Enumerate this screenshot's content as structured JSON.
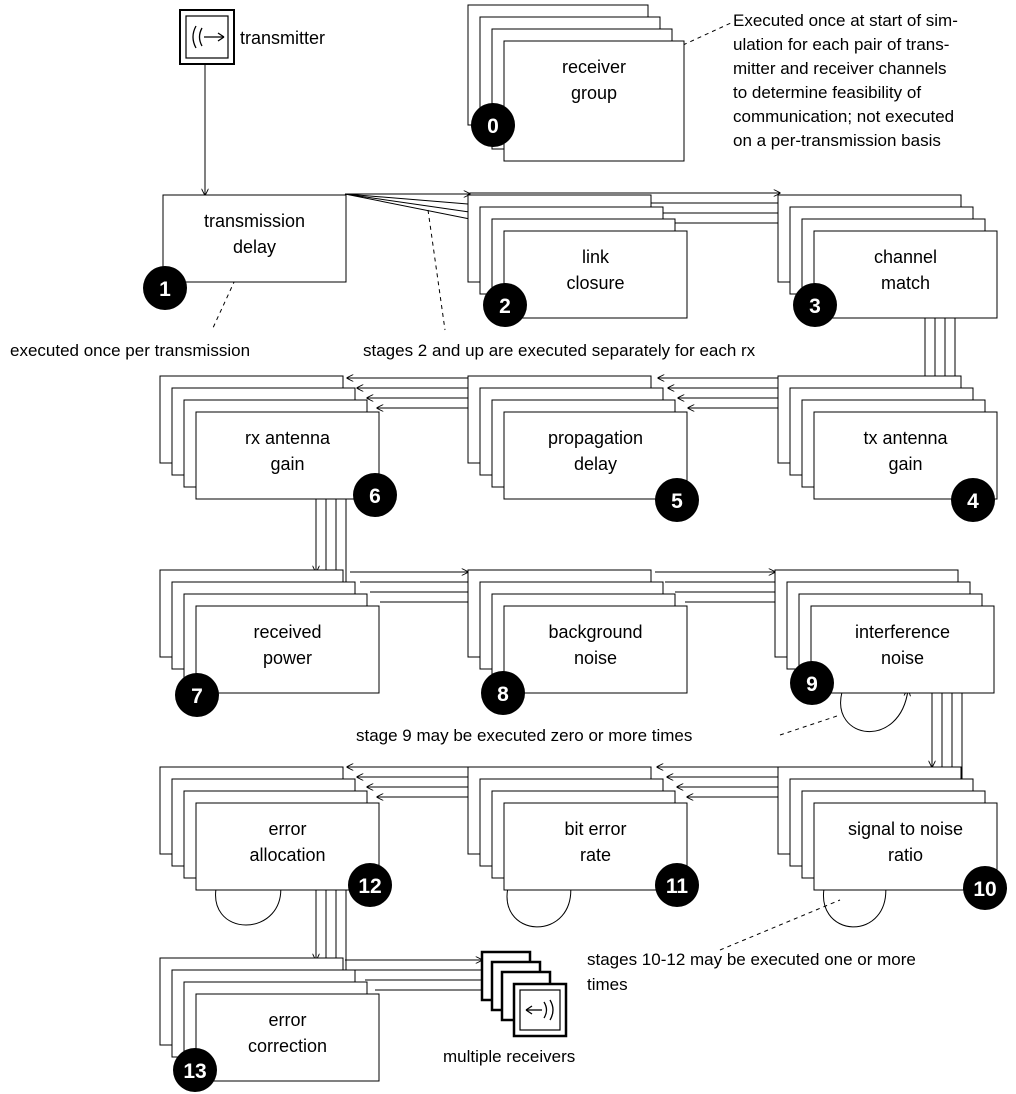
{
  "transmitter_label": "transmitter",
  "stages": [
    {
      "num": "0",
      "lines": [
        "receiver",
        "group"
      ]
    },
    {
      "num": "1",
      "lines": [
        "transmission",
        "delay"
      ]
    },
    {
      "num": "2",
      "lines": [
        "link",
        "closure"
      ]
    },
    {
      "num": "3",
      "lines": [
        "channel",
        "match"
      ]
    },
    {
      "num": "4",
      "lines": [
        "tx antenna",
        "gain"
      ]
    },
    {
      "num": "5",
      "lines": [
        "propagation",
        "delay"
      ]
    },
    {
      "num": "6",
      "lines": [
        "rx antenna",
        "gain"
      ]
    },
    {
      "num": "7",
      "lines": [
        "received",
        "power"
      ]
    },
    {
      "num": "8",
      "lines": [
        "background",
        "noise"
      ]
    },
    {
      "num": "9",
      "lines": [
        "interference",
        "noise"
      ]
    },
    {
      "num": "10",
      "lines": [
        "signal to noise",
        "ratio"
      ]
    },
    {
      "num": "11",
      "lines": [
        "bit error",
        "rate"
      ]
    },
    {
      "num": "12",
      "lines": [
        "error",
        "allocation"
      ]
    },
    {
      "num": "13",
      "lines": [
        "error",
        "correction"
      ]
    }
  ],
  "notes": {
    "stage0": [
      "Executed once at start of sim-",
      "ulation for each pair of trans-",
      "mitter and receiver channels",
      "to determine feasibility of",
      "communication; not executed",
      "on a per-transmission basis"
    ],
    "once_per_tx": "executed once per transmission",
    "per_rx": "stages 2 and up are executed separately for each rx",
    "stage9": "stage 9 may be executed zero or more times",
    "stages10_12": [
      "stages 10-12 may be executed one or more",
      "times"
    ],
    "multiple_receivers": "multiple receivers"
  }
}
